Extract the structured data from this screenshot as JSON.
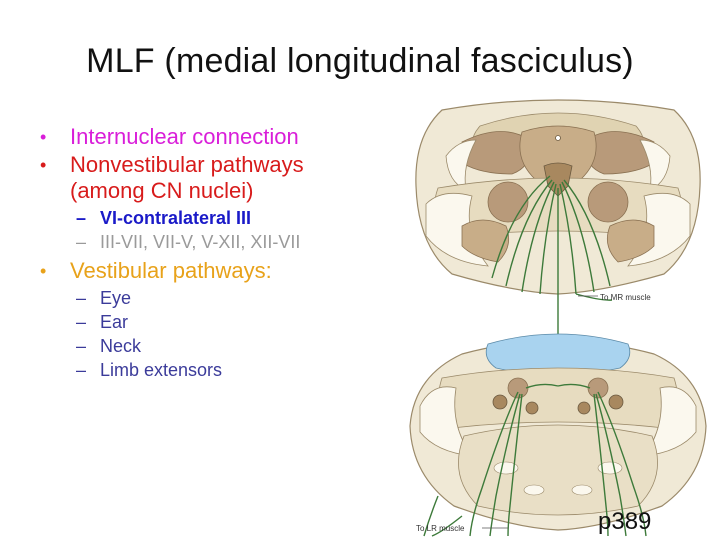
{
  "slide": {
    "title": "MLF (medial longitudinal fasciculus)",
    "bullets": [
      {
        "text": "Internuclear connection",
        "color": "#d91ed9"
      },
      {
        "text": "Nonvestibular pathways",
        "text2": "(among CN nuclei)",
        "color": "#d81b1b",
        "sub": [
          {
            "text": "VI-contralateral III",
            "color": "#1a1ac8",
            "bold": true
          },
          {
            "text": "III-VII, VII-V, V-XII, XII-VII",
            "color": "#9a9a9a"
          }
        ]
      },
      {
        "text": "Vestibular pathways:",
        "color": "#e8a21a",
        "sub": [
          {
            "text": "Eye",
            "color": "#3b3b9a"
          },
          {
            "text": "Ear",
            "color": "#3b3b9a"
          },
          {
            "text": "Neck",
            "color": "#3b3b9a"
          },
          {
            "text": "Limb extensors",
            "color": "#3b3b9a"
          }
        ]
      }
    ],
    "figure": {
      "label_mr": "To MR muscle",
      "label_lr": "To LR muscle",
      "page_ref": "p389"
    }
  },
  "colors": {
    "nucleus_dark": "#b89a7a",
    "tissue_light": "#f0e9d6",
    "tissue_mid": "#e7dcc0",
    "fiber_green": "#3d7a3a",
    "fourth_ventricle_blue": "#a9d3ef"
  }
}
